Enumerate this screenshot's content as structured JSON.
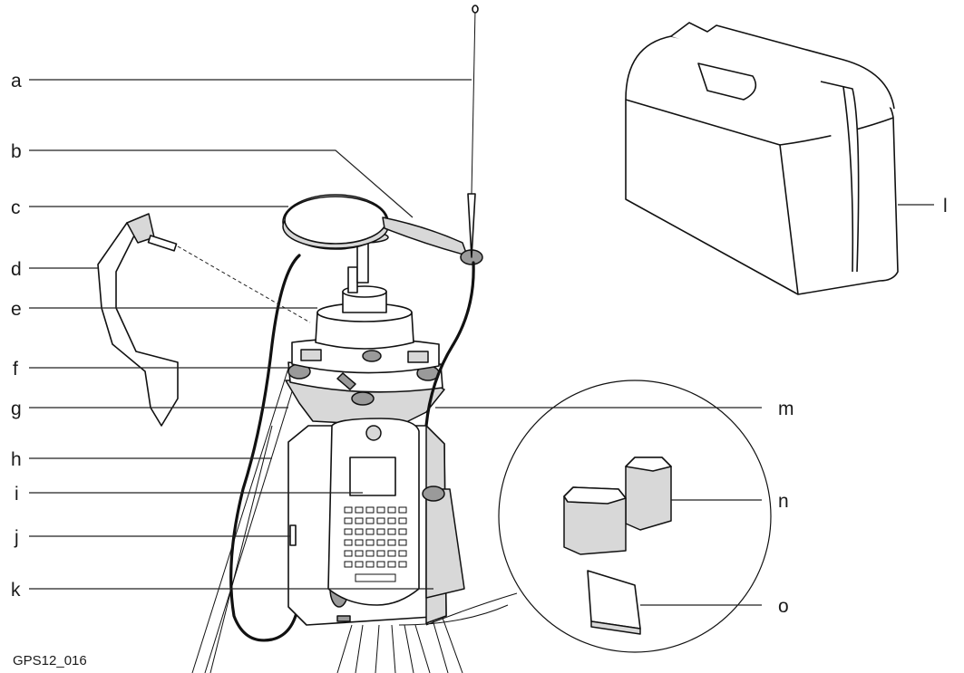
{
  "figure": {
    "id_label": "GPS12_016",
    "callouts": [
      {
        "key": "a",
        "label": "a"
      },
      {
        "key": "b",
        "label": "b"
      },
      {
        "key": "c",
        "label": "c"
      },
      {
        "key": "d",
        "label": "d"
      },
      {
        "key": "e",
        "label": "e"
      },
      {
        "key": "f",
        "label": "f"
      },
      {
        "key": "g",
        "label": "g"
      },
      {
        "key": "h",
        "label": "h"
      },
      {
        "key": "i",
        "label": "i"
      },
      {
        "key": "j",
        "label": "j"
      },
      {
        "key": "k",
        "label": "k"
      },
      {
        "key": "l",
        "label": "l"
      },
      {
        "key": "m",
        "label": "m"
      },
      {
        "key": "n",
        "label": "n"
      },
      {
        "key": "o",
        "label": "o"
      }
    ]
  }
}
